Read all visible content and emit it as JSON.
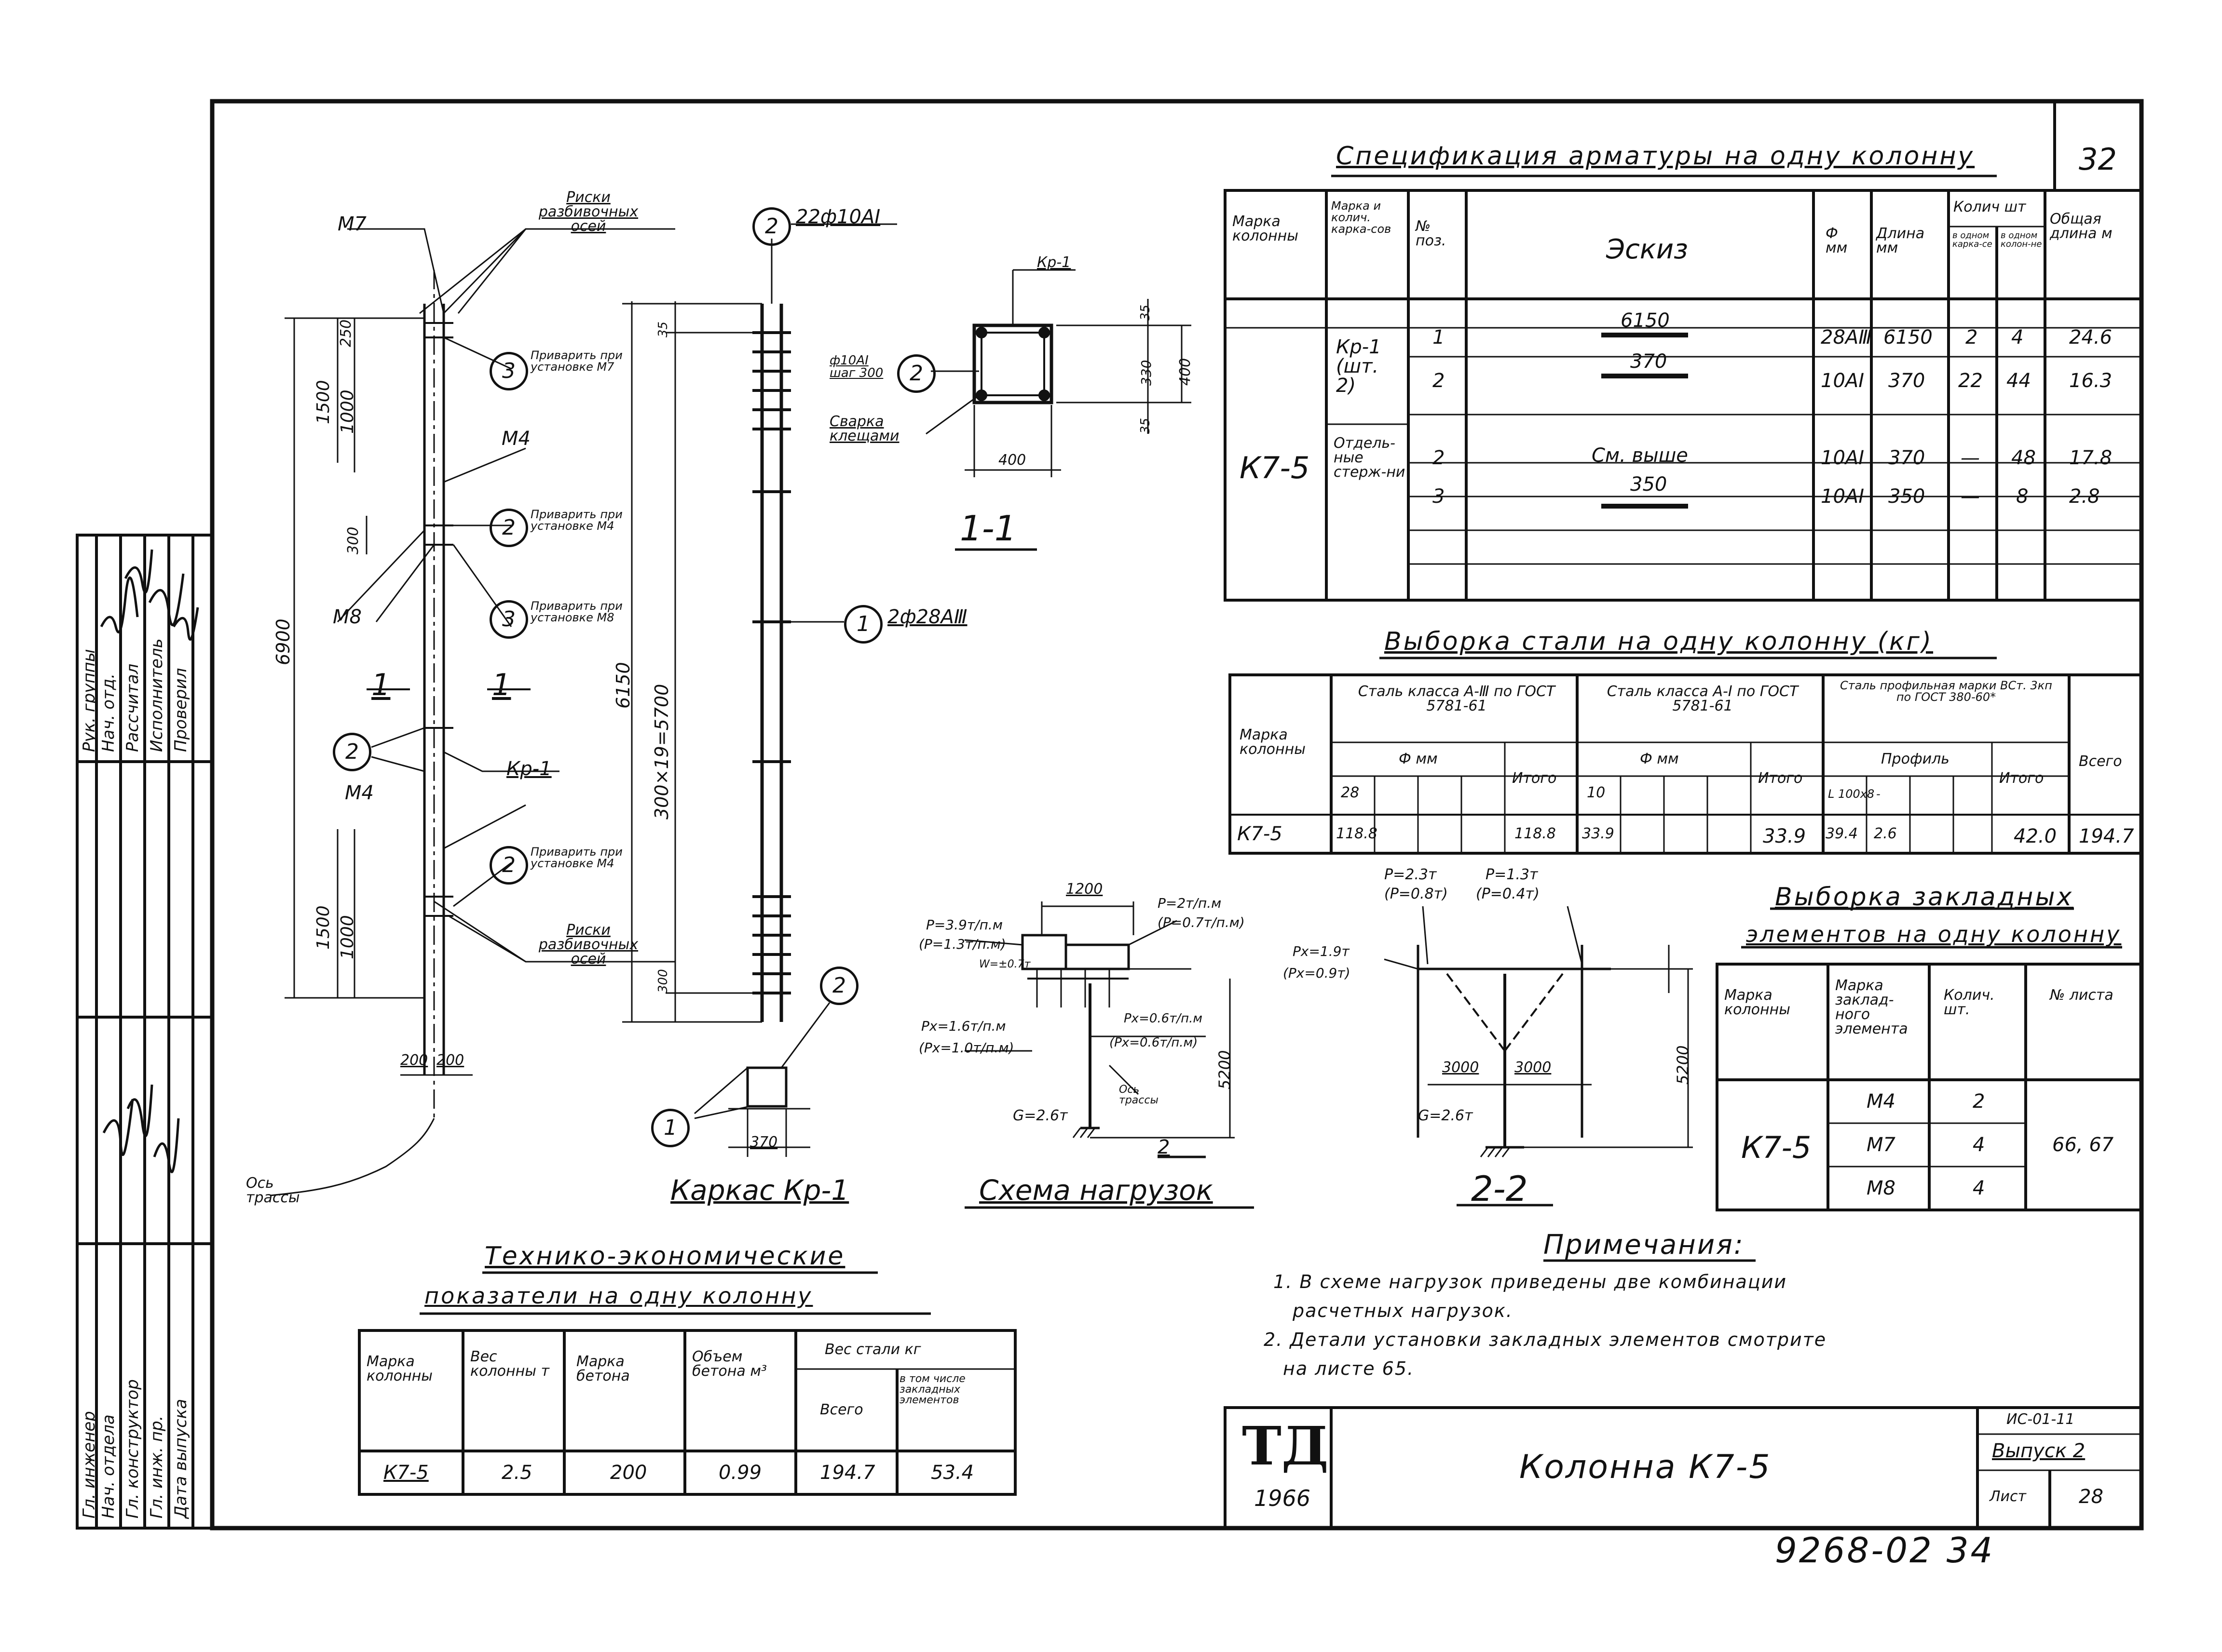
{
  "sheet_number": "32",
  "spec_table": {
    "title": "Спецификация арматуры на одну колонну",
    "headers": {
      "col_mark": "Марка колонны",
      "frame": "Марка и колич. карка-сов",
      "pos": "№ поз.",
      "sketch": "Эскиз",
      "dia": "Ф мм",
      "length": "Длина мм",
      "qty": "Колич шт",
      "qty_a": "в одном карка-се",
      "qty_b": "в одном колон-не",
      "total": "Общая длина м"
    },
    "column_mark": "К7-5",
    "frame_label": "Кр-1 (шт. 2)",
    "loose_label": "Отдель-ные стерж-ни",
    "rows": [
      {
        "pos": "1",
        "sketch": "6150",
        "dia": "28АⅢ",
        "length": "6150",
        "q1": "2",
        "q2": "4",
        "total": "24.6"
      },
      {
        "pos": "2",
        "sketch": "370",
        "dia": "10АⅠ",
        "length": "370",
        "q1": "22",
        "q2": "44",
        "total": "16.3"
      },
      {
        "pos": "2",
        "sketch": "См. выше",
        "dia": "10АⅠ",
        "length": "370",
        "q1": "—",
        "q2": "48",
        "total": "17.8"
      },
      {
        "pos": "3",
        "sketch": "350",
        "dia": "10АⅠ",
        "length": "350",
        "q1": "—",
        "q2": "8",
        "total": "2.8"
      }
    ]
  },
  "steel_table": {
    "title": "Выборка стали на одну колонну (кг)",
    "col_mark": "Марка колонны",
    "group1": "Сталь класса А-Ⅲ по ГОСТ 5781-61",
    "group2": "Сталь класса А-Ⅰ по ГОСТ 5781-61",
    "group3": "Сталь профильная марки ВСт. 3кп по ГОСТ 380-60*",
    "phi_mm": "Ф мм",
    "profile": "Профиль",
    "itogo": "Итого",
    "vsego": "Всего",
    "d1": "28",
    "d2": "10",
    "p1": "L 100x8",
    "p2": "-",
    "row": {
      "mark": "К7-5",
      "v28": "118.8",
      "it1": "118.8",
      "v10": "33.9",
      "it2": "33.9",
      "pa": "39.4",
      "pb": "2.6",
      "it3": "42.0",
      "total": "194.7"
    }
  },
  "embedded_table": {
    "title_l1": "Выборка закладных",
    "title_l2": "элементов на одну колонну",
    "h1": "Марка колонны",
    "h2": "Марка заклад-ного элемента",
    "h3": "Колич. шт.",
    "h4": "№ листа",
    "mark": "К7-5",
    "rows": [
      {
        "el": "М4",
        "qty": "2"
      },
      {
        "el": "М7",
        "qty": "4"
      },
      {
        "el": "М8",
        "qty": "4"
      }
    ],
    "sheets": "66, 67"
  },
  "tech_table": {
    "title_l1": "Технико-экономические",
    "title_l2": "показатели на одну колонну",
    "h1": "Марка колонны",
    "h2": "Вес колонны т",
    "h3": "Марка бетона",
    "h4": "Объем бетона м³",
    "h5": "Вес стали кг",
    "h5a": "Всего",
    "h5b": "в том числе закладных элементов",
    "row": {
      "mark": "К7-5",
      "weight": "2.5",
      "grade": "200",
      "volume": "0.99",
      "steel": "194.7",
      "embedded": "53.4"
    }
  },
  "notes": {
    "title": "Примечания:",
    "n1": "1. В схеме нагрузок приведены две комбинации",
    "n1b": "расчетных нагрузок.",
    "n2": "2. Детали установки закладных элементов смотрите",
    "n2b": "на листе 65."
  },
  "title_block": {
    "logo": "ТД",
    "year": "1966",
    "name": "Колонна К7-5",
    "series": "ИС-01-11",
    "issue": "Выпуск 2",
    "sheet_label": "Лист",
    "sheet": "28"
  },
  "archive_number": "9268-02 34",
  "drawing_captions": {
    "frame": "Каркас Кр-1",
    "loads": "Схема нагрузок",
    "sec11": "1-1",
    "sec22": "2-2"
  },
  "labels": {
    "m7": "М7",
    "m4a": "М4",
    "m8": "М8",
    "m4b": "М4",
    "risk1": "Риски разбивочных осей",
    "risk2": "Риски разбивочных осей",
    "weld_m7": "Приварить при установке М7",
    "weld_m4": "Приварить при установке М4",
    "weld_m8": "Приварить при установке М8",
    "weld_m4b": "Приварить при установке М4",
    "kr1": "Кр-1",
    "axis": "Ось трассы",
    "bar22": "22ф10АⅠ",
    "bar2": "2ф28АⅢ",
    "phi10": "ф10АⅠ шаг 300",
    "weld_clamp": "Сварка клещами",
    "kr1b": "Кр-1",
    "d400a": "400",
    "d400b": "400",
    "d330": "330",
    "d35a": "35",
    "d35b": "35",
    "d6900": "6900",
    "d6150": "6150",
    "d5700": "300×19=5700",
    "d1500a": "1500",
    "d1000a": "1000",
    "d1500b": "1500",
    "d1000b": "1000",
    "d250": "250",
    "d300": "300",
    "d200a": "200",
    "d200b": "200",
    "d300b": "300",
    "d370": "370",
    "d1200": "1200",
    "d5200a": "5200",
    "d5200b": "5200",
    "d3000a": "3000",
    "d3000b": "3000",
    "sec1a": "1",
    "sec1b": "1",
    "load_p1": "P=3.9т/п.м",
    "load_p1b": "(P=1.3т/п.м)",
    "load_w1": "W=±0.7т",
    "load_p2": "P=2т/п.м",
    "load_p2b": "(P=0.7т/п.м)",
    "load_px": "Pх=1.6т/п.м",
    "load_pxb": "(Pх=1.0т/п.м)",
    "load_px2": "Pх=0.6т/п.м",
    "load_px2b": "(Pх=0.6т/п.м)",
    "load_g1": "G=2.6т",
    "load_axis": "Ось трассы",
    "load_p3": "P=2.3т",
    "load_p3b": "(P=0.8т)",
    "load_p4": "P=1.3т",
    "load_p4b": "(P=0.4т)",
    "load_px3": "Pх=1.9т",
    "load_px3b": "(Pх=0.9т)",
    "load_g2": "G=2.6т"
  },
  "side_stamp": {
    "r1": "Рук. группы",
    "r2": "Нач. отд.",
    "r3": "Рассчитал",
    "r4": "Исполнитель",
    "r5": "Проверил",
    "r6": "Гл. инженер",
    "r7": "Нач. отдела",
    "r8": "Гл. конструктор",
    "r9": "Гл. инж. пр.",
    "r10": "Дата выпуска"
  }
}
